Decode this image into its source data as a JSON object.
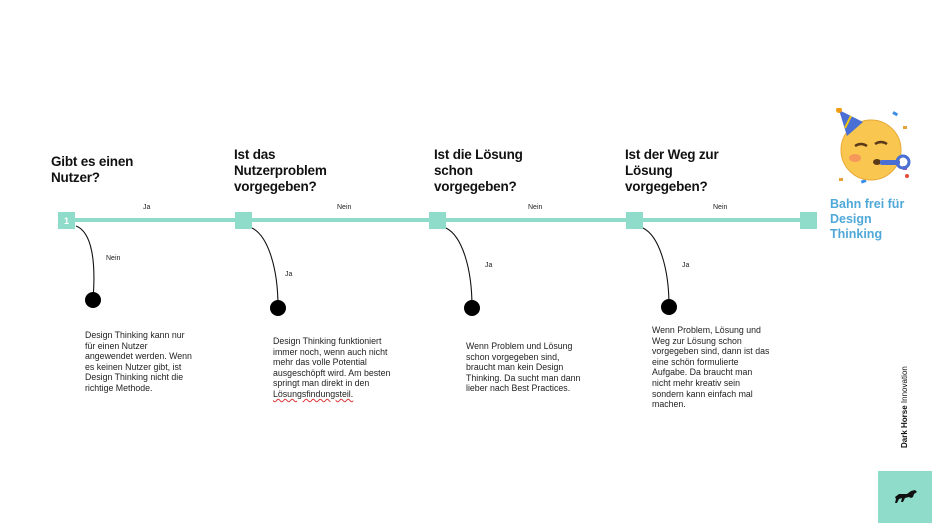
{
  "questions": [
    "Gibt es einen Nutzer?",
    "Ist das Nutzerproblem vorgegeben?",
    "Ist die Lösung schon vorgegeben?",
    "Ist der Weg zur Lösung vorgegeben?"
  ],
  "edge_labels": [
    "Ja",
    "Nein",
    "Nein",
    "Nein"
  ],
  "branch_labels": [
    "Nein",
    "Ja",
    "Ja",
    "Ja"
  ],
  "descriptions": [
    "Design Thinking  kann nur für einen Nutzer angewendet werden. Wenn es keinen Nutzer gibt, ist Design Thinking nicht die richtige Methode.",
    "Design Thinking funktioniert immer noch, wenn auch nicht mehr das volle Potential ausgeschöpft wird. Am besten springt man direkt in den Lösungsfindungsteil.",
    "Wenn Problem und Lösung schon vorgegeben sind, braucht man kein Design Thinking. Da sucht man dann lieber nach Best Practices.",
    "Wenn Problem, Lösung und Weg zur Lösung schon vorgegeben sind, dann ist das eine schön formulierte Aufgabe. Da braucht man nicht mehr kreativ sein sondern kann einfach mal machen."
  ],
  "step_number": "1",
  "final_label": "Bahn frei für Design Thinking",
  "brand": {
    "name": "Dark Horse",
    "suffix": "Innovation",
    "icon": "horse-icon"
  },
  "emoji": "party-face-icon",
  "colors": {
    "accent": "#8fdcca",
    "final": "#4fa8d8",
    "text": "#111111"
  }
}
